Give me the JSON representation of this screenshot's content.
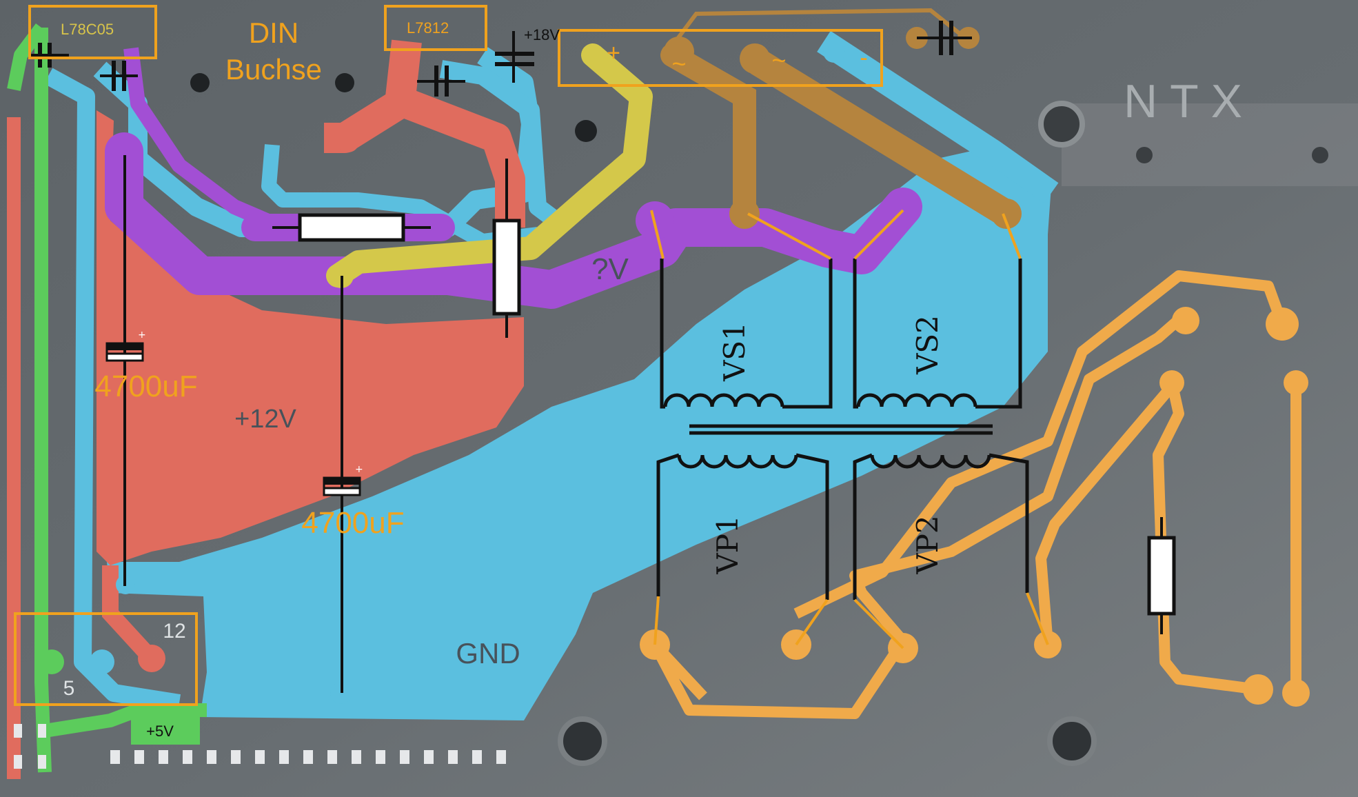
{
  "colors": {
    "board": "#656b70",
    "board_light": "#8a8f92",
    "gnd": "#5bbfdf",
    "v12": "#e06c5e",
    "vq": "#a24fd4",
    "v18": "#d4c84a",
    "v5": "#5ccc5c",
    "ac": "#b5843e",
    "pri": "#f0aa4a",
    "box": "#f0a21e",
    "text_dark": "#48525a"
  },
  "labels": {
    "reg5": "L78C05",
    "reg12": "L7812",
    "din_line1": "DIN",
    "din_line2": "Buchse",
    "v18": "+18V",
    "plus": "+",
    "tilde1": "~",
    "tilde2": "~",
    "minus": "-",
    "brand": "NTX",
    "unknown_v": "?V",
    "v12": "+12V",
    "cap1": "4700uF",
    "cap2": "4700uF",
    "gnd": "GND",
    "conn_12": "12",
    "conn_5": "5",
    "v5": "+5V",
    "vs1": "VS1",
    "vs2": "VS2",
    "vp1": "VP1",
    "vp2": "VP2"
  }
}
